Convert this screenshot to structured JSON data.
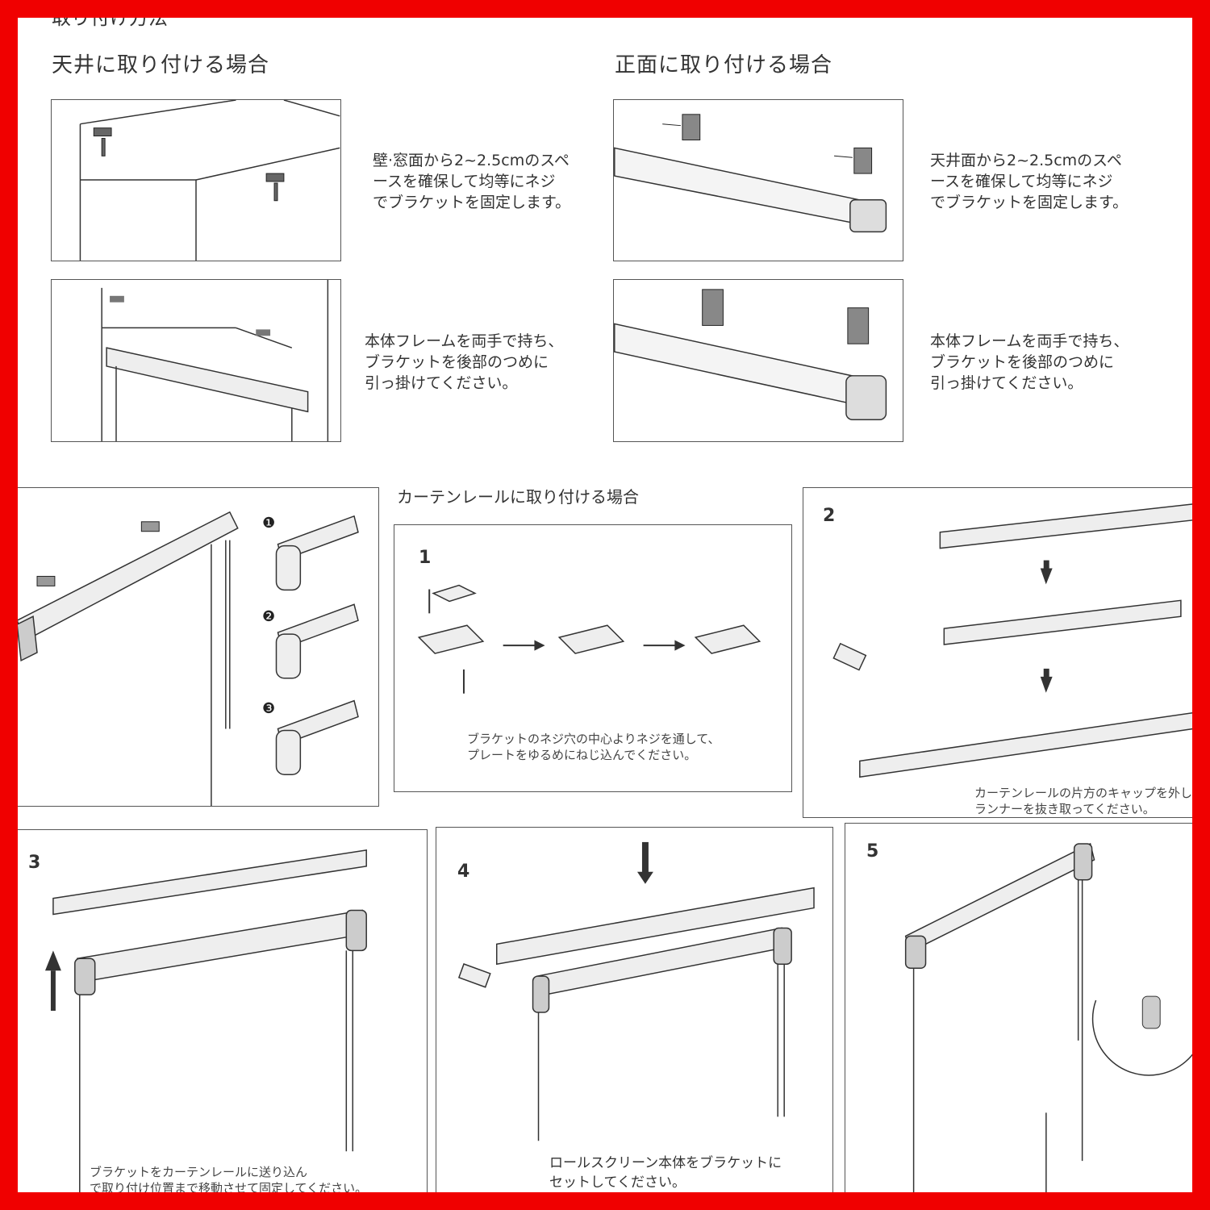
{
  "page_heading": "取り付け方法",
  "ceiling": {
    "title": "天井に取り付ける場合",
    "step1_text": "壁·窓面から2~2.5cmのスペ\nースを確保して均等にネジ\nでブラケットを固定します。",
    "step2_text": "本体フレームを両手で持ち、\nブラケットを後部のつめに\n引っ掛けてください。"
  },
  "front": {
    "title": "正面に取り付ける場合",
    "step1_text": "天井面から2~2.5cmのスペ\nースを確保して均等にネジ\nでブラケットを固定します。",
    "step2_text": "本体フレームを両手で持ち、\nブラケットを後部のつめに\n引っ掛けてください。"
  },
  "curtain_rail": {
    "title": "カーテンレールに取り付ける場合",
    "sub_markers": [
      "❶",
      "❷",
      "❸"
    ],
    "step1": {
      "number": "1",
      "text": "ブラケットのネジ穴の中心よりネジを通して、\nプレートをゆるめにねじ込んでください。"
    },
    "step2": {
      "number": "2",
      "text": "カーテンレールの片方のキャップを外し\nランナーを抜き取ってください。"
    },
    "step3": {
      "number": "3",
      "text": "ブラケットをカーテンレールに送り込ん\nで取り付け位置まで移動させて固定してください。"
    },
    "step4": {
      "number": "4",
      "text": "ロールスクリーン本体をブラケットに\nセットしてください。"
    },
    "step5": {
      "number": "5"
    }
  },
  "colors": {
    "border": "#f00000",
    "line": "#333333"
  }
}
